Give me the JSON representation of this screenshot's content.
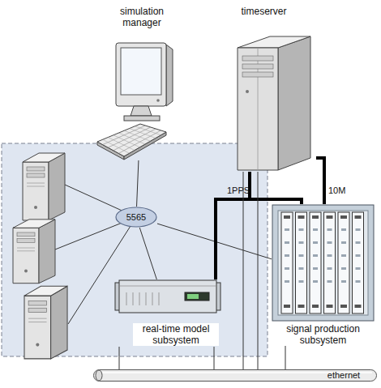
{
  "diagram": {
    "nodes": [
      {
        "text": [
          "simulation manager"
        ]
      },
      {
        "text": [
          "timeserver"
        ]
      },
      {
        "text": [
          "5565"
        ]
      },
      {
        "text": [
          "real-time model subsystem"
        ]
      },
      {
        "text": [
          "signal production subsystem"
        ]
      },
      {
        "text": [
          "ethernet"
        ]
      }
    ],
    "edges": [
      {
        "from": 2,
        "to": 0,
        "arrow": "none"
      },
      {
        "from": 2,
        "to": 3,
        "arrow": "none"
      },
      {
        "from": 2,
        "to": 4,
        "arrow": "none"
      },
      {
        "from": 1,
        "to": 4,
        "label": "1PPS",
        "arrow": "none"
      },
      {
        "from": 1,
        "to": 3,
        "arrow": "none"
      },
      {
        "from": 1,
        "to": 4,
        "label": "10M",
        "arrow": "none"
      },
      {
        "from": 3,
        "to": 5,
        "arrow": "none"
      },
      {
        "from": 3,
        "to": 5,
        "arrow": "none"
      },
      {
        "from": 1,
        "to": 5,
        "arrow": "none"
      },
      {
        "from": 1,
        "to": 5,
        "arrow": "none"
      },
      {
        "from": 4,
        "to": 5,
        "arrow": "none"
      }
    ]
  }
}
